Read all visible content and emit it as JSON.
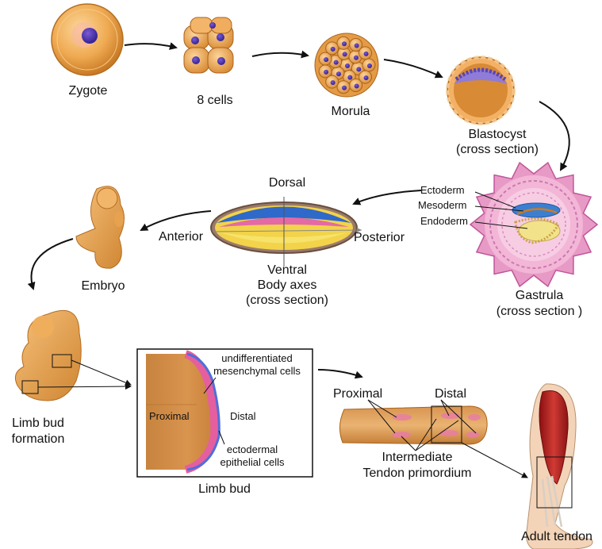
{
  "stages": {
    "zygote": "Zygote",
    "eight_cells": "8 cells",
    "morula": "Morula",
    "blastocyst": "Blastocyst",
    "blastocyst_sub": "(cross section)",
    "gastrula": "Gastrula",
    "gastrula_sub": "(cross section )",
    "embryo": "Embryo",
    "limb_bud_formation_1": "Limb bud",
    "limb_bud_formation_2": "formation",
    "limb_bud": "Limb bud",
    "adult_tendon": "Adult tendon"
  },
  "germ_layers": {
    "ectoderm": "Ectoderm",
    "mesoderm": "Mesoderm",
    "endoderm": "Endoderm"
  },
  "body_axes": {
    "dorsal": "Dorsal",
    "ventral": "Ventral",
    "anterior": "Anterior",
    "posterior": "Posterior",
    "caption_1": "Body axes",
    "caption_2": "(cross section)"
  },
  "limb_bud_detail": {
    "proximal": "Proximal",
    "distal": "Distal",
    "undiff_1": "undifferentiated",
    "undiff_2": "mesenchymal cells",
    "ecto_1": "ectodermal",
    "ecto_2": "epithelial cells"
  },
  "tendon_primordium": {
    "proximal": "Proximal",
    "distal": "Distal",
    "intermediate": "Intermediate",
    "caption": "Tendon primordium"
  }
}
